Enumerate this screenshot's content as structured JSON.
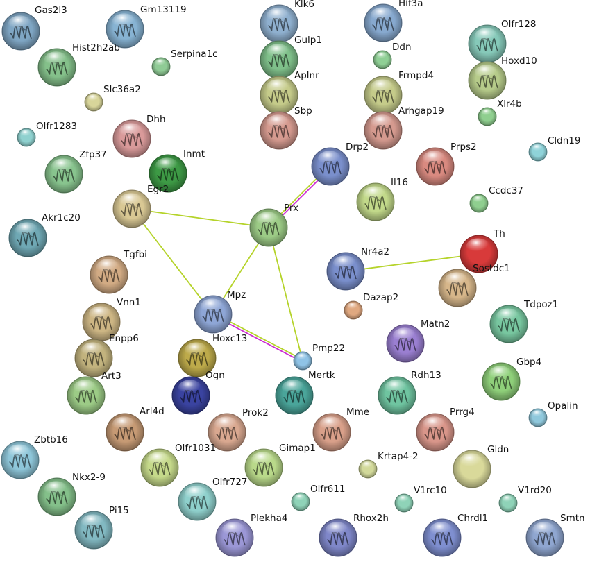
{
  "nodes": [
    {
      "id": "Gas2l3",
      "label": "Gas2l3",
      "color": "#7fa6c4",
      "structure": true
    },
    {
      "id": "Gm13119",
      "label": "Gm13119",
      "color": "#87b3d3",
      "structure": true
    },
    {
      "id": "Hist2h2ab",
      "label": "Hist2h2ab",
      "color": "#84c08a",
      "structure": true
    },
    {
      "id": "Serpina1c",
      "label": "Serpina1c",
      "color": "#8fcb95",
      "structure": false
    },
    {
      "id": "Slc36a2",
      "label": "Slc36a2",
      "color": "#d8d59a",
      "structure": false
    },
    {
      "id": "Olfr1283",
      "label": "Olfr1283",
      "color": "#8fd1cf",
      "structure": false
    },
    {
      "id": "Dhh",
      "label": "Dhh",
      "color": "#d99a9a",
      "structure": true
    },
    {
      "id": "Zfp37",
      "label": "Zfp37",
      "color": "#88c48e",
      "structure": true
    },
    {
      "id": "Inmt",
      "label": "Inmt",
      "color": "#3d9a45",
      "structure": true
    },
    {
      "id": "Egr2",
      "label": "Egr2",
      "color": "#d9c894",
      "structure": true
    },
    {
      "id": "Akr1c20",
      "label": "Akr1c20",
      "color": "#6fa8b4",
      "structure": true
    },
    {
      "id": "Tgfbi",
      "label": "Tgfbi",
      "color": "#d2ab84",
      "structure": true
    },
    {
      "id": "Vnn1",
      "label": "Vnn1",
      "color": "#cdb684",
      "structure": true
    },
    {
      "id": "Enpp6",
      "label": "Enpp6",
      "color": "#c2b37e",
      "structure": true
    },
    {
      "id": "Art3",
      "label": "Art3",
      "color": "#9ccb86",
      "structure": true
    },
    {
      "id": "Arl4d",
      "label": "Arl4d",
      "color": "#c69a74",
      "structure": true
    },
    {
      "id": "Zbtb16",
      "label": "Zbtb16",
      "color": "#8ec6d9",
      "structure": true
    },
    {
      "id": "Nkx2-9",
      "label": "Nkx2-9",
      "color": "#84c08a",
      "structure": true
    },
    {
      "id": "Pi15",
      "label": "Pi15",
      "color": "#82b9c2",
      "structure": true
    },
    {
      "id": "Klk6",
      "label": "Klk6",
      "color": "#8fb0cf",
      "structure": true
    },
    {
      "id": "Gulp1",
      "label": "Gulp1",
      "color": "#7fc08a",
      "structure": true
    },
    {
      "id": "Aplnr",
      "label": "Aplnr",
      "color": "#c5cb8a",
      "structure": true
    },
    {
      "id": "Sbp",
      "label": "Sbp",
      "color": "#d59a8f",
      "structure": true
    },
    {
      "id": "Hif3a",
      "label": "Hif3a",
      "color": "#87a9cf",
      "structure": true
    },
    {
      "id": "Ddn",
      "label": "Ddn",
      "color": "#8fcf95",
      "structure": false
    },
    {
      "id": "Frmpd4",
      "label": "Frmpd4",
      "color": "#c5cb8a",
      "structure": true
    },
    {
      "id": "Arhgap19",
      "label": "Arhgap19",
      "color": "#d59a8f",
      "structure": true
    },
    {
      "id": "Olfr128",
      "label": "Olfr128",
      "color": "#86c9b9",
      "structure": true
    },
    {
      "id": "Hoxd10",
      "label": "Hoxd10",
      "color": "#b6cb8a",
      "structure": true
    },
    {
      "id": "Xlr4b",
      "label": "Xlr4b",
      "color": "#8fcf8f",
      "structure": false
    },
    {
      "id": "Cldn19",
      "label": "Cldn19",
      "color": "#8fd3d9",
      "structure": false
    },
    {
      "id": "Drp2",
      "label": "Drp2",
      "color": "#7a8fcc",
      "structure": true
    },
    {
      "id": "Prps2",
      "label": "Prps2",
      "color": "#d98a80",
      "structure": true
    },
    {
      "id": "Il16",
      "label": "Il16",
      "color": "#c2d98a",
      "structure": true
    },
    {
      "id": "Ccdc37",
      "label": "Ccdc37",
      "color": "#8fcf8f",
      "structure": false
    },
    {
      "id": "Prx",
      "label": "Prx",
      "color": "#9ccb86",
      "structure": true
    },
    {
      "id": "Th",
      "label": "Th",
      "color": "#d83a3a",
      "structure": false
    },
    {
      "id": "Nr4a2",
      "label": "Nr4a2",
      "color": "#7a8fcc",
      "structure": true
    },
    {
      "id": "Sostdc1",
      "label": "Sostdc1",
      "color": "#d6b68a",
      "structure": true
    },
    {
      "id": "Dazap2",
      "label": "Dazap2",
      "color": "#e0a880",
      "structure": false
    },
    {
      "id": "Mpz",
      "label": "Mpz",
      "color": "#8ea6d6",
      "structure": true
    },
    {
      "id": "Tdpoz1",
      "label": "Tdpoz1",
      "color": "#78c7a0",
      "structure": true
    },
    {
      "id": "Matn2",
      "label": "Matn2",
      "color": "#9a7fd1",
      "structure": true
    },
    {
      "id": "Hoxc13",
      "label": "Hoxc13",
      "color": "#bdaa4a",
      "structure": true
    },
    {
      "id": "Pmp22",
      "label": "Pmp22",
      "color": "#8fc3e6",
      "structure": false
    },
    {
      "id": "Gbp4",
      "label": "Gbp4",
      "color": "#8fd07a",
      "structure": true
    },
    {
      "id": "Ogn",
      "label": "Ogn",
      "color": "#3a43a0",
      "structure": true
    },
    {
      "id": "Mertk",
      "label": "Mertk",
      "color": "#4aa59a",
      "structure": true
    },
    {
      "id": "Rdh13",
      "label": "Rdh13",
      "color": "#6fc4a0",
      "structure": true
    },
    {
      "id": "Opalin",
      "label": "Opalin",
      "color": "#8fc8dc",
      "structure": false
    },
    {
      "id": "Prok2",
      "label": "Prok2",
      "color": "#d9a890",
      "structure": true
    },
    {
      "id": "Mme",
      "label": "Mme",
      "color": "#d9a08a",
      "structure": true
    },
    {
      "id": "Prrg4",
      "label": "Prrg4",
      "color": "#d9968a",
      "structure": true
    },
    {
      "id": "Olfr1031",
      "label": "Olfr1031",
      "color": "#c5d98a",
      "structure": true
    },
    {
      "id": "Gimap1",
      "label": "Gimap1",
      "color": "#b9d98a",
      "structure": true
    },
    {
      "id": "Krtap4-2",
      "label": "Krtap4-2",
      "color": "#d2d99a",
      "structure": false
    },
    {
      "id": "Gldn",
      "label": "Gldn",
      "color": "#d9d99a",
      "structure": false
    },
    {
      "id": "Olfr727",
      "label": "Olfr727",
      "color": "#8fd0cc",
      "structure": true
    },
    {
      "id": "Olfr611",
      "label": "Olfr611",
      "color": "#8fd3b8",
      "structure": false
    },
    {
      "id": "V1rc10",
      "label": "V1rc10",
      "color": "#8fd3b8",
      "structure": false
    },
    {
      "id": "V1rd20",
      "label": "V1rd20",
      "color": "#8fd3b8",
      "structure": false
    },
    {
      "id": "Plekha4",
      "label": "Plekha4",
      "color": "#9b97d6",
      "structure": true
    },
    {
      "id": "Rhox2h",
      "label": "Rhox2h",
      "color": "#7f87c9",
      "structure": true
    },
    {
      "id": "Chrdl1",
      "label": "Chrdl1",
      "color": "#7f8fd0",
      "structure": true
    },
    {
      "id": "Smtn",
      "label": "Smtn",
      "color": "#8fa6d0",
      "structure": true
    }
  ],
  "edges": [
    {
      "source": "Egr2",
      "target": "Prx",
      "colors": [
        "#b5d32a"
      ]
    },
    {
      "source": "Egr2",
      "target": "Mpz",
      "colors": [
        "#b5d32a"
      ]
    },
    {
      "source": "Prx",
      "target": "Mpz",
      "colors": [
        "#b5d32a"
      ]
    },
    {
      "source": "Prx",
      "target": "Pmp22",
      "colors": [
        "#b5d32a"
      ]
    },
    {
      "source": "Prx",
      "target": "Drp2",
      "colors": [
        "#b5d32a",
        "#cc2bd3"
      ]
    },
    {
      "source": "Mpz",
      "target": "Pmp22",
      "colors": [
        "#b5d32a",
        "#cc2bd3"
      ]
    },
    {
      "source": "Nr4a2",
      "target": "Th",
      "colors": [
        "#b5d32a"
      ]
    }
  ]
}
